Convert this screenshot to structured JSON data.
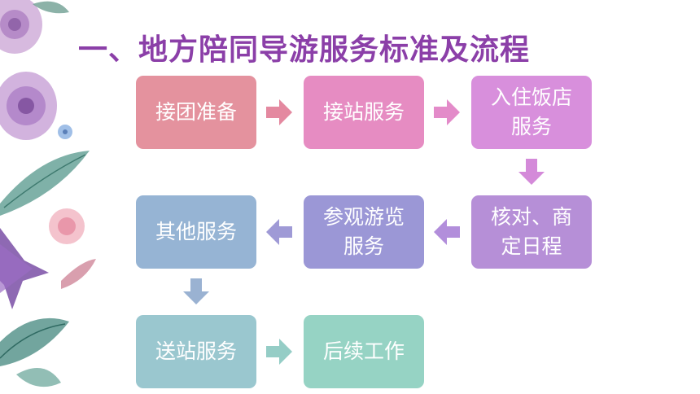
{
  "title": "一、地方陪同导游服务标准及流程",
  "steps": [
    {
      "label": "接团准备",
      "color": "#e4929e"
    },
    {
      "label": "接站服务",
      "color": "#e68cc2"
    },
    {
      "label": "入住饭店服务",
      "color": "#d88fdc"
    },
    {
      "label": "核对、商定日程",
      "color": "#b68fd7"
    },
    {
      "label": "参观游览服务",
      "color": "#9b97d6"
    },
    {
      "label": "其他服务",
      "color": "#96b4d4"
    },
    {
      "label": "送站服务",
      "color": "#9ac7cf"
    },
    {
      "label": "后续工作",
      "color": "#96d3c4"
    }
  ],
  "arrow_colors": {
    "a1": "#e489a0",
    "a2": "#e38bc9",
    "a3": "#d48ad9",
    "a4": "#b28edb",
    "a5": "#9f9ad6",
    "a6": "#9ab2d2",
    "a7": "#95cdc6"
  },
  "icons": [
    "flower-decoration"
  ]
}
